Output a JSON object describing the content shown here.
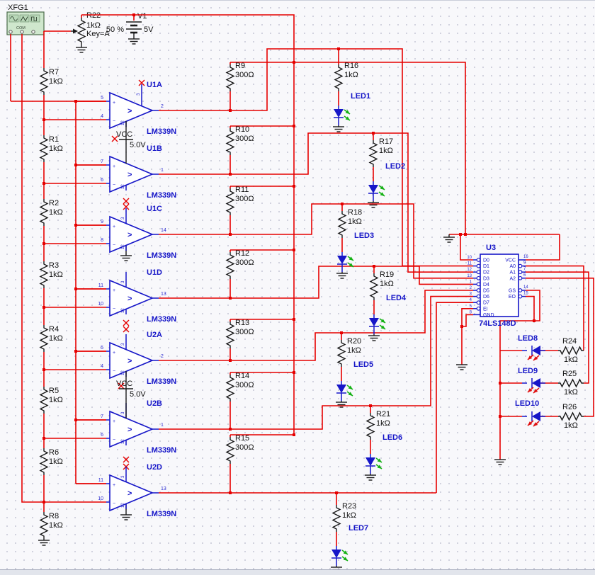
{
  "instrument": {
    "name": "XFG1",
    "com": "COM"
  },
  "pot": {
    "name": "R22",
    "value": "1kΩ",
    "key": "Key=A",
    "percent": "50 %"
  },
  "battery": {
    "name": "V1",
    "voltage": "5V"
  },
  "vcc_rail": {
    "label": "VCC",
    "value": "5.0V"
  },
  "comparator_power_pins": {
    "vcc": "3",
    "gnd": "12"
  },
  "comparators": [
    {
      "name": "U1A",
      "part": "LM339N",
      "plus": "5",
      "minus": "4",
      "out": "2"
    },
    {
      "name": "U1B",
      "part": "LM339N",
      "plus": "7",
      "minus": "6",
      "out": "1"
    },
    {
      "name": "U1C",
      "part": "LM339N",
      "plus": "9",
      "minus": "8",
      "out": "14"
    },
    {
      "name": "U1D",
      "part": "LM339N",
      "plus": "11",
      "minus": "10",
      "out": "13"
    },
    {
      "name": "U2A",
      "part": "LM339N",
      "plus": "5",
      "minus": "4",
      "out": "2"
    },
    {
      "name": "U2B",
      "part": "LM339N",
      "plus": "7",
      "minus": "6",
      "out": "1"
    },
    {
      "name": "U2D",
      "part": "LM339N",
      "plus": "11",
      "minus": "10",
      "out": "13"
    }
  ],
  "ladder": [
    {
      "name": "R7",
      "value": "1kΩ"
    },
    {
      "name": "R1",
      "value": "1kΩ"
    },
    {
      "name": "R2",
      "value": "1kΩ"
    },
    {
      "name": "R3",
      "value": "1kΩ"
    },
    {
      "name": "R4",
      "value": "1kΩ"
    },
    {
      "name": "R5",
      "value": "1kΩ"
    },
    {
      "name": "R6",
      "value": "1kΩ"
    },
    {
      "name": "R8",
      "value": "1kΩ"
    }
  ],
  "pullups": [
    {
      "name": "R9",
      "value": "300Ω"
    },
    {
      "name": "R10",
      "value": "300Ω"
    },
    {
      "name": "R11",
      "value": "300Ω"
    },
    {
      "name": "R12",
      "value": "300Ω"
    },
    {
      "name": "R13",
      "value": "300Ω"
    },
    {
      "name": "R14",
      "value": "300Ω"
    },
    {
      "name": "R15",
      "value": "300Ω"
    }
  ],
  "led_branches": [
    {
      "res": "R16",
      "value": "1kΩ",
      "led": "LED1"
    },
    {
      "res": "R17",
      "value": "1kΩ",
      "led": "LED2"
    },
    {
      "res": "R18",
      "value": "1kΩ",
      "led": "LED3"
    },
    {
      "res": "R19",
      "value": "1kΩ",
      "led": "LED4"
    },
    {
      "res": "R20",
      "value": "1kΩ",
      "led": "LED5"
    },
    {
      "res": "R21",
      "value": "1kΩ",
      "led": "LED6"
    },
    {
      "res": "R23",
      "value": "1kΩ",
      "led": "LED7"
    }
  ],
  "outputs": [
    {
      "led": "LED8",
      "res": "R24",
      "value": "1kΩ"
    },
    {
      "led": "LED9",
      "res": "R25",
      "value": "1kΩ"
    },
    {
      "led": "LED10",
      "res": "R26",
      "value": "1kΩ"
    }
  ],
  "encoder": {
    "name": "U3",
    "part": "74LS148D",
    "left_pins": [
      {
        "num": "10",
        "label": "D0"
      },
      {
        "num": "11",
        "label": "D1"
      },
      {
        "num": "12",
        "label": "D2"
      },
      {
        "num": "13",
        "label": "D3"
      },
      {
        "num": "1",
        "label": "D4"
      },
      {
        "num": "2",
        "label": "D5"
      },
      {
        "num": "3",
        "label": "D6"
      },
      {
        "num": "4",
        "label": "D7"
      },
      {
        "num": "5",
        "label": "EI"
      },
      {
        "num": "8",
        "label": "GND"
      }
    ],
    "right_pins": [
      {
        "num": "16",
        "label": "VCC"
      },
      {
        "num": "9",
        "label": "A0"
      },
      {
        "num": "7",
        "label": "A1"
      },
      {
        "num": "6",
        "label": "A2"
      },
      {
        "num": "14",
        "label": "GS"
      },
      {
        "num": "15",
        "label": "EO"
      }
    ]
  },
  "colors": {
    "wire": "#e60000",
    "component_blue": "#1616c8",
    "led_green": "#13b113",
    "led_red": "#e01212",
    "instrument_green": "#cfe7cd"
  }
}
